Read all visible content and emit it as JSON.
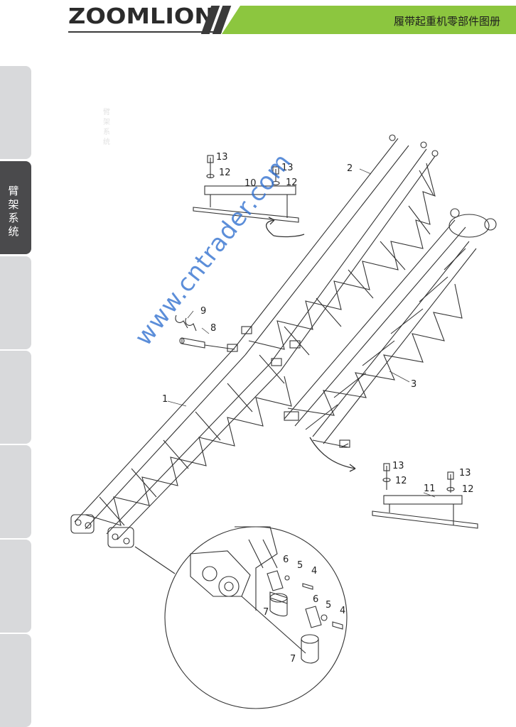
{
  "header": {
    "brand": "ZOOMLION",
    "doc_title": "履带起重机零部件图册",
    "accent_color": "#8cc63f"
  },
  "sidebar": {
    "tabs": [
      {
        "label": "",
        "active": false
      },
      {
        "label": "臂架系统",
        "active": true
      },
      {
        "label": "",
        "active": false
      },
      {
        "label": "",
        "active": false
      },
      {
        "label": "",
        "active": false
      },
      {
        "label": "",
        "active": false
      },
      {
        "label": "",
        "active": false
      }
    ]
  },
  "drawing": {
    "callouts": [
      "1",
      "2",
      "3",
      "4",
      "4",
      "5",
      "5",
      "6",
      "6",
      "7",
      "7",
      "8",
      "9",
      "10",
      "11",
      "12",
      "12",
      "12",
      "12",
      "13",
      "13",
      "13",
      "13"
    ],
    "watermark": "www.cntrader.com",
    "faint_text": "臂架系统"
  }
}
